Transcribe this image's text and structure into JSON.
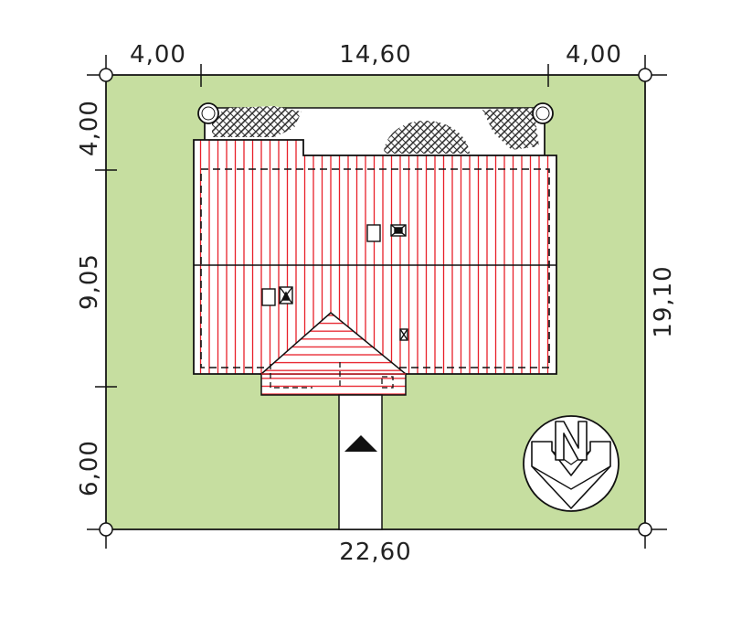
{
  "dimensions": {
    "top_left": "4,00",
    "top_middle": "14,60",
    "top_right": "4,00",
    "left_top": "4,00",
    "left_middle": "9,05",
    "left_bottom": "6,00",
    "right": "19,10",
    "bottom": "22,60"
  },
  "compass": {
    "label": "N"
  },
  "colors": {
    "plot": "#c6dea0",
    "roof_stripe": "#e8202a",
    "outline": "#111111",
    "hatch": "#333333"
  },
  "icons": [
    "north-arrow-icon",
    "entrance-arrow-icon",
    "chimney-icon",
    "roof-window-icon"
  ]
}
